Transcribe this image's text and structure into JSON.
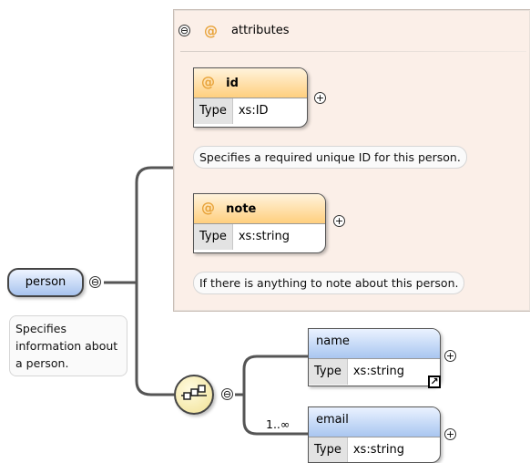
{
  "attributes_group": {
    "label": "attributes",
    "at_symbol": "@",
    "toggle": "⊖"
  },
  "attributes": [
    {
      "name": "id",
      "type_key": "Type",
      "type_value": "xs:ID",
      "doc": "Specifies a required unique ID for this person.",
      "toggle": "+"
    },
    {
      "name": "note",
      "type_key": "Type",
      "type_value": "xs:string",
      "doc": "If there is anything to note about this person.",
      "toggle": "+"
    }
  ],
  "root": {
    "name": "person",
    "doc": "Specifies information about a person.",
    "toggle": "⊖"
  },
  "sequence": {
    "icon": "sequence-icon",
    "toggle": "⊖"
  },
  "elements": [
    {
      "name": "name",
      "type_key": "Type",
      "type_value": "xs:string",
      "toggle": "+",
      "occurrence": ""
    },
    {
      "name": "email",
      "type_key": "Type",
      "type_value": "xs:string",
      "toggle": "+",
      "occurrence": "1..∞"
    }
  ],
  "colors": {
    "attr_panel_bg": "#fbefe8",
    "attr_header": "#ffcf7e",
    "element_header": "#a9c6f0",
    "at_symbol": "#e8a33a"
  }
}
